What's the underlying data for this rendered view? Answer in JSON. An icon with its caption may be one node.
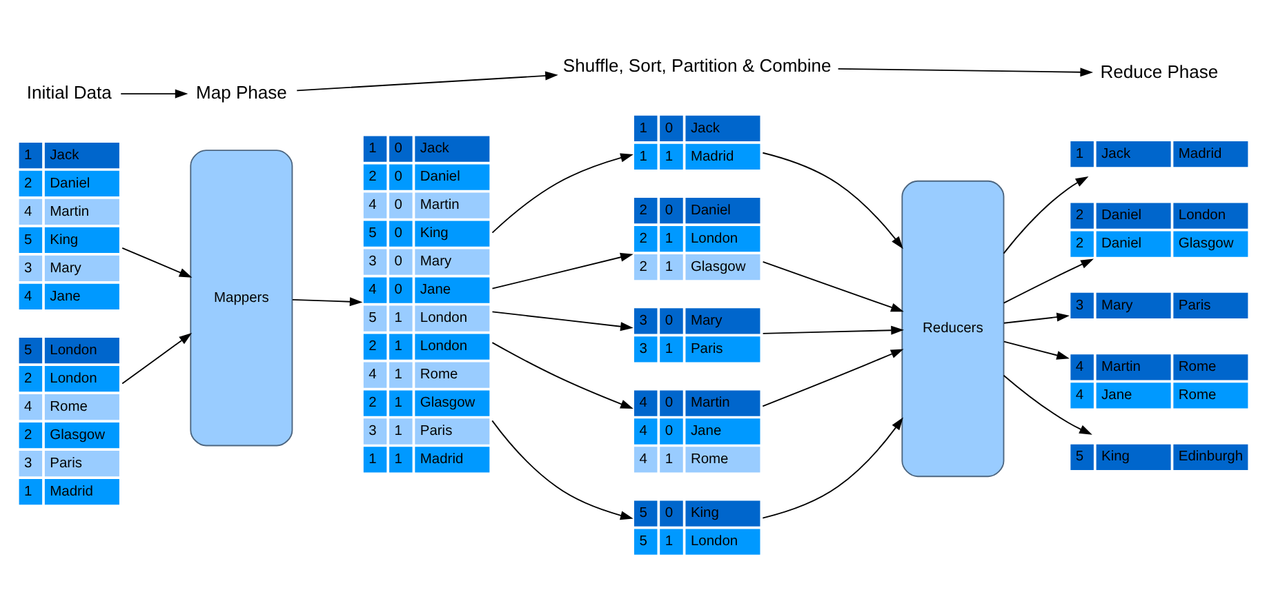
{
  "diagram": {
    "nodes": [
      {
        "text": [
          "Initial Data"
        ]
      },
      {
        "text": [
          "Map Phase"
        ]
      },
      {
        "text": [
          "Shuffle, Sort, Partition & Combine"
        ]
      },
      {
        "text": [
          "Reduce Phase"
        ]
      },
      {
        "text": [
          "1",
          "Jack",
          "2",
          "Daniel",
          "4",
          "Martin",
          "5",
          "King",
          "3",
          "Mary",
          "4",
          "Jane"
        ]
      },
      {
        "text": [
          "5",
          "London",
          "2",
          "London",
          "4",
          "Rome",
          "2",
          "Glasgow",
          "3",
          "Paris",
          "1",
          "Madrid"
        ]
      },
      {
        "text": [
          "Mappers"
        ]
      },
      {
        "text": [
          "1",
          "0",
          "Jack",
          "2",
          "0",
          "Daniel",
          "4",
          "0",
          "Martin",
          "5",
          "0",
          "King",
          "3",
          "0",
          "Mary",
          "4",
          "0",
          "Jane",
          "5",
          "1",
          "London",
          "2",
          "1",
          "London",
          "4",
          "1",
          "Rome",
          "2",
          "1",
          "Glasgow",
          "3",
          "1",
          "Paris",
          "1",
          "1",
          "Madrid"
        ]
      },
      {
        "text": [
          "1",
          "0",
          "Jack",
          "1",
          "1",
          "Madrid"
        ]
      },
      {
        "text": [
          "2",
          "0",
          "Daniel",
          "2",
          "1",
          "London",
          "2",
          "1",
          "Glasgow"
        ]
      },
      {
        "text": [
          "3",
          "0",
          "Mary",
          "3",
          "1",
          "Paris"
        ]
      },
      {
        "text": [
          "4",
          "0",
          "Martin",
          "4",
          "0",
          "Jane",
          "4",
          "1",
          "Rome"
        ]
      },
      {
        "text": [
          "5",
          "0",
          "King",
          "5",
          "1",
          "London"
        ]
      },
      {
        "text": [
          "Reducers"
        ]
      },
      {
        "text": [
          "1",
          "Jack",
          "Madrid"
        ]
      },
      {
        "text": [
          "2",
          "Daniel",
          "London",
          "2",
          "Daniel",
          "Glasgow"
        ]
      },
      {
        "text": [
          "3",
          "Mary",
          "Paris"
        ]
      },
      {
        "text": [
          "4",
          "Martin",
          "Rome",
          "4",
          "Jane",
          "Rome"
        ]
      },
      {
        "text": [
          "5",
          "King",
          "Edinburgh"
        ]
      }
    ],
    "edges": [
      {
        "from": 0,
        "to": 1,
        "arrow": "to"
      },
      {
        "from": 1,
        "to": 2,
        "arrow": "to"
      },
      {
        "from": 2,
        "to": 3,
        "arrow": "to"
      },
      {
        "from": 4,
        "to": 6,
        "arrow": "to"
      },
      {
        "from": 5,
        "to": 6,
        "arrow": "to"
      },
      {
        "from": 6,
        "to": 7,
        "arrow": "to"
      },
      {
        "from": 7,
        "to": 8,
        "arrow": "to"
      },
      {
        "from": 7,
        "to": 9,
        "arrow": "to"
      },
      {
        "from": 7,
        "to": 10,
        "arrow": "to"
      },
      {
        "from": 7,
        "to": 11,
        "arrow": "to"
      },
      {
        "from": 7,
        "to": 12,
        "arrow": "to"
      },
      {
        "from": 8,
        "to": 13,
        "arrow": "to"
      },
      {
        "from": 9,
        "to": 13,
        "arrow": "to"
      },
      {
        "from": 10,
        "to": 13,
        "arrow": "to"
      },
      {
        "from": 11,
        "to": 13,
        "arrow": "to"
      },
      {
        "from": 12,
        "to": 13,
        "arrow": "to"
      },
      {
        "from": 13,
        "to": 14,
        "arrow": "to"
      },
      {
        "from": 13,
        "to": 15,
        "arrow": "to"
      },
      {
        "from": 13,
        "to": 16,
        "arrow": "to"
      },
      {
        "from": 13,
        "to": 17,
        "arrow": "to"
      },
      {
        "from": 13,
        "to": 18,
        "arrow": "to"
      }
    ]
  }
}
